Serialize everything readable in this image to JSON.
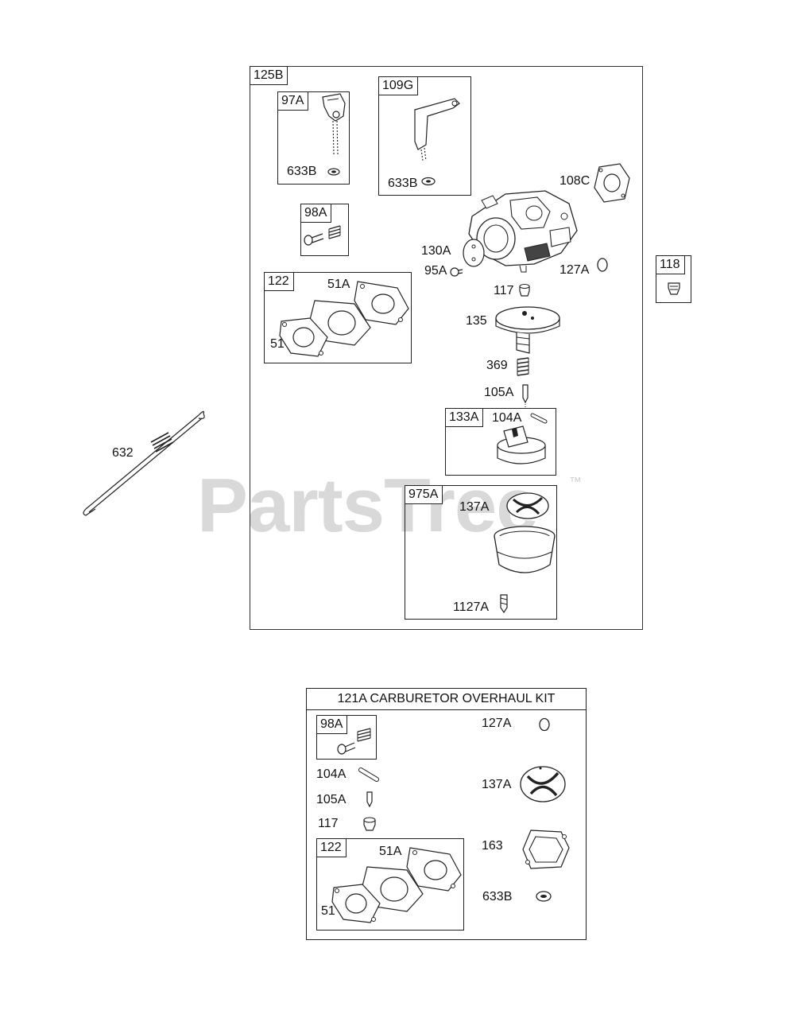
{
  "watermark": {
    "brand": "PartsTree",
    "mark": "™"
  },
  "main_group": {
    "tag": "125B",
    "sub_97A": {
      "tag": "97A",
      "part": "633B"
    },
    "sub_109G": {
      "tag": "109G",
      "part": "633B"
    },
    "sub_98A": {
      "tag": "98A"
    },
    "sub_122": {
      "tag": "122",
      "parts": [
        "51A",
        "51"
      ]
    },
    "callouts": [
      "108C",
      "130A",
      "95A",
      "127A",
      "117",
      "135",
      "369",
      "105A"
    ],
    "sub_133A": {
      "tag": "133A",
      "part": "104A"
    },
    "sub_975A": {
      "tag": "975A",
      "parts": [
        "137A",
        "1127A"
      ]
    }
  },
  "side_part_118": {
    "tag": "118"
  },
  "link_632": {
    "label": "632"
  },
  "kit": {
    "title": "121A CARBURETOR OVERHAUL KIT",
    "sub_98A": {
      "tag": "98A"
    },
    "left_parts": [
      "104A",
      "105A",
      "117"
    ],
    "sub_122": {
      "tag": "122",
      "parts": [
        "51A",
        "51"
      ]
    },
    "right_parts": [
      "127A",
      "137A",
      "163",
      "633B"
    ]
  }
}
